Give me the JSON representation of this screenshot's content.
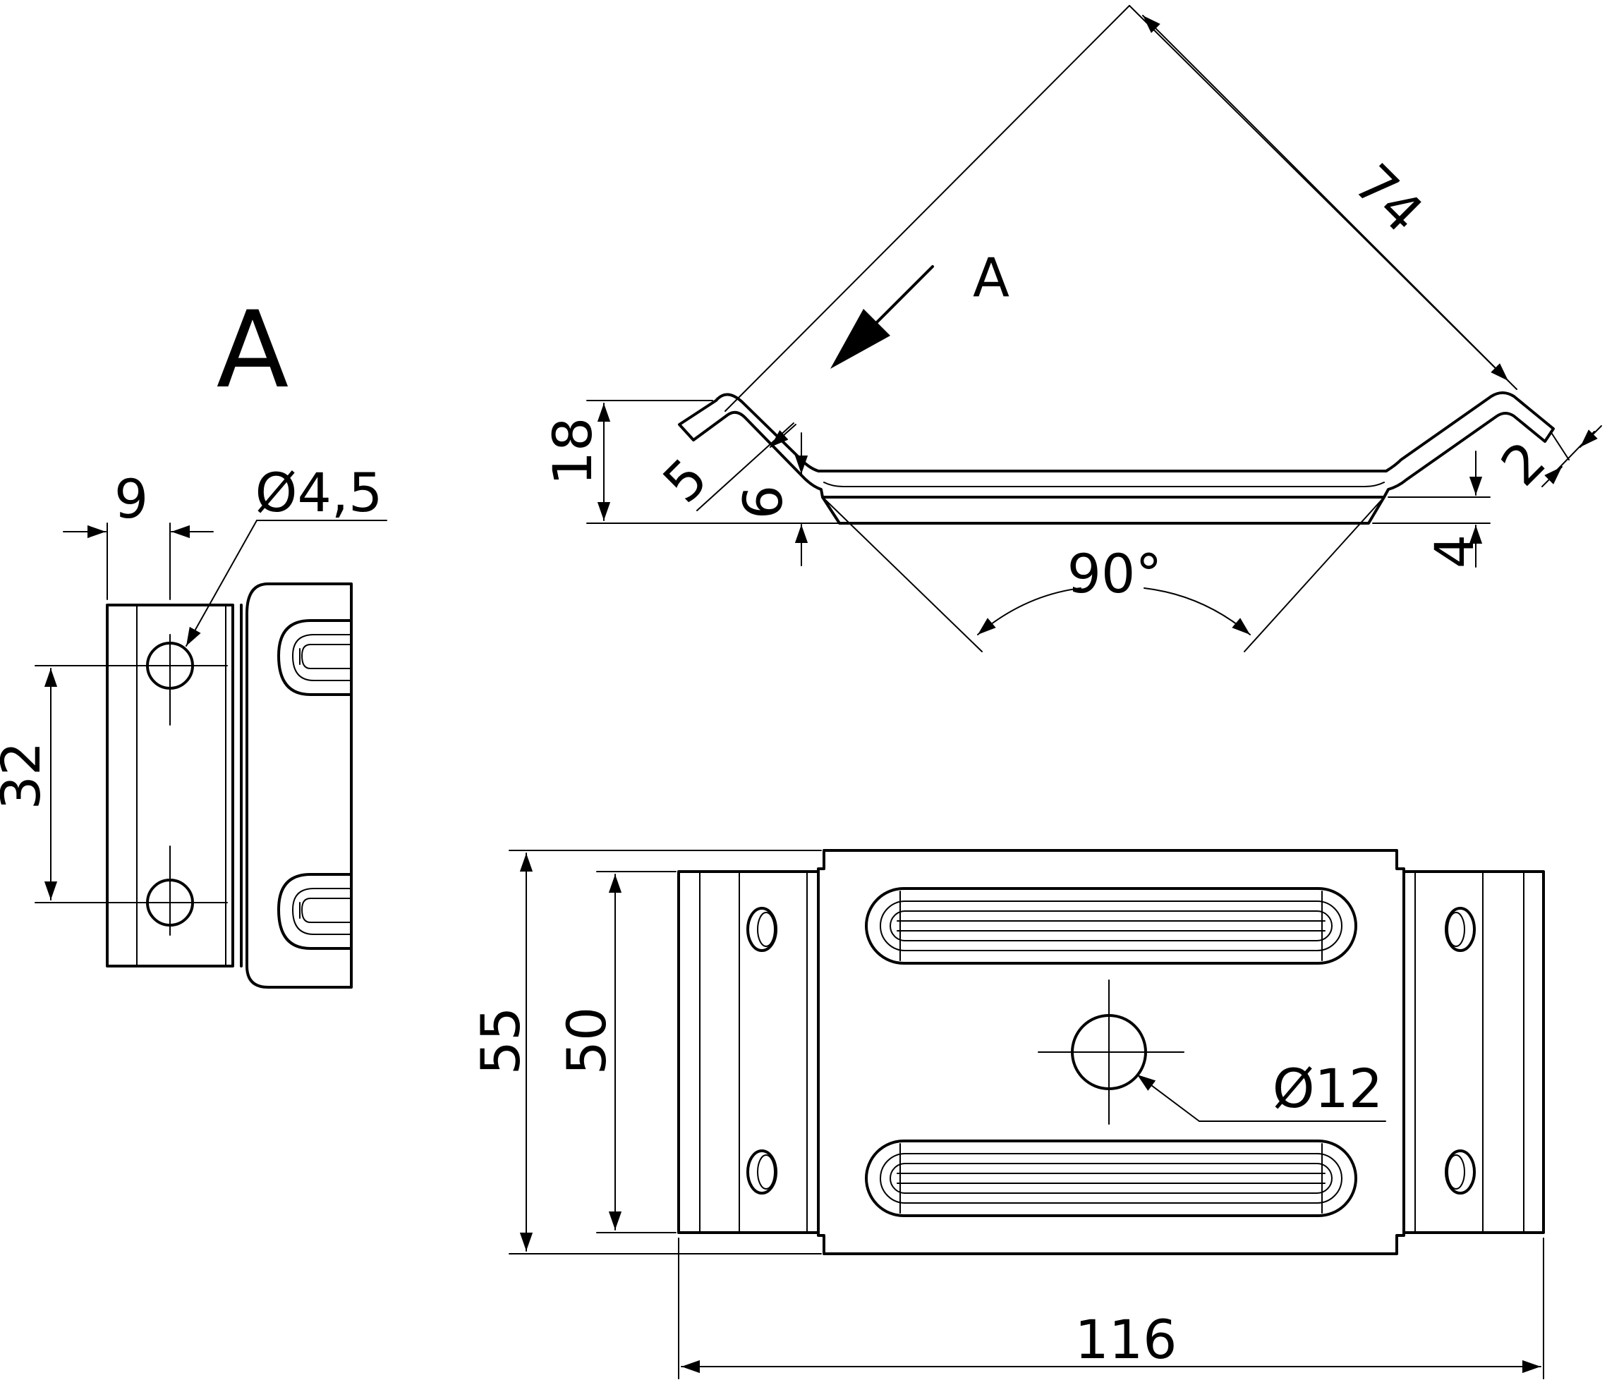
{
  "view_label": "A",
  "side_view": {
    "label_A": "A",
    "dim_74": "74",
    "dim_18": "18",
    "dim_5": "5",
    "dim_6": "6",
    "dim_2": "2",
    "dim_4": "4",
    "angle_90": "90°"
  },
  "view_a": {
    "dim_9": "9",
    "dim_hole": "Ø4,5",
    "dim_32": "32"
  },
  "plan_view": {
    "dim_55": "55",
    "dim_50": "50",
    "dim_hole": "Ø12",
    "dim_116": "116"
  }
}
